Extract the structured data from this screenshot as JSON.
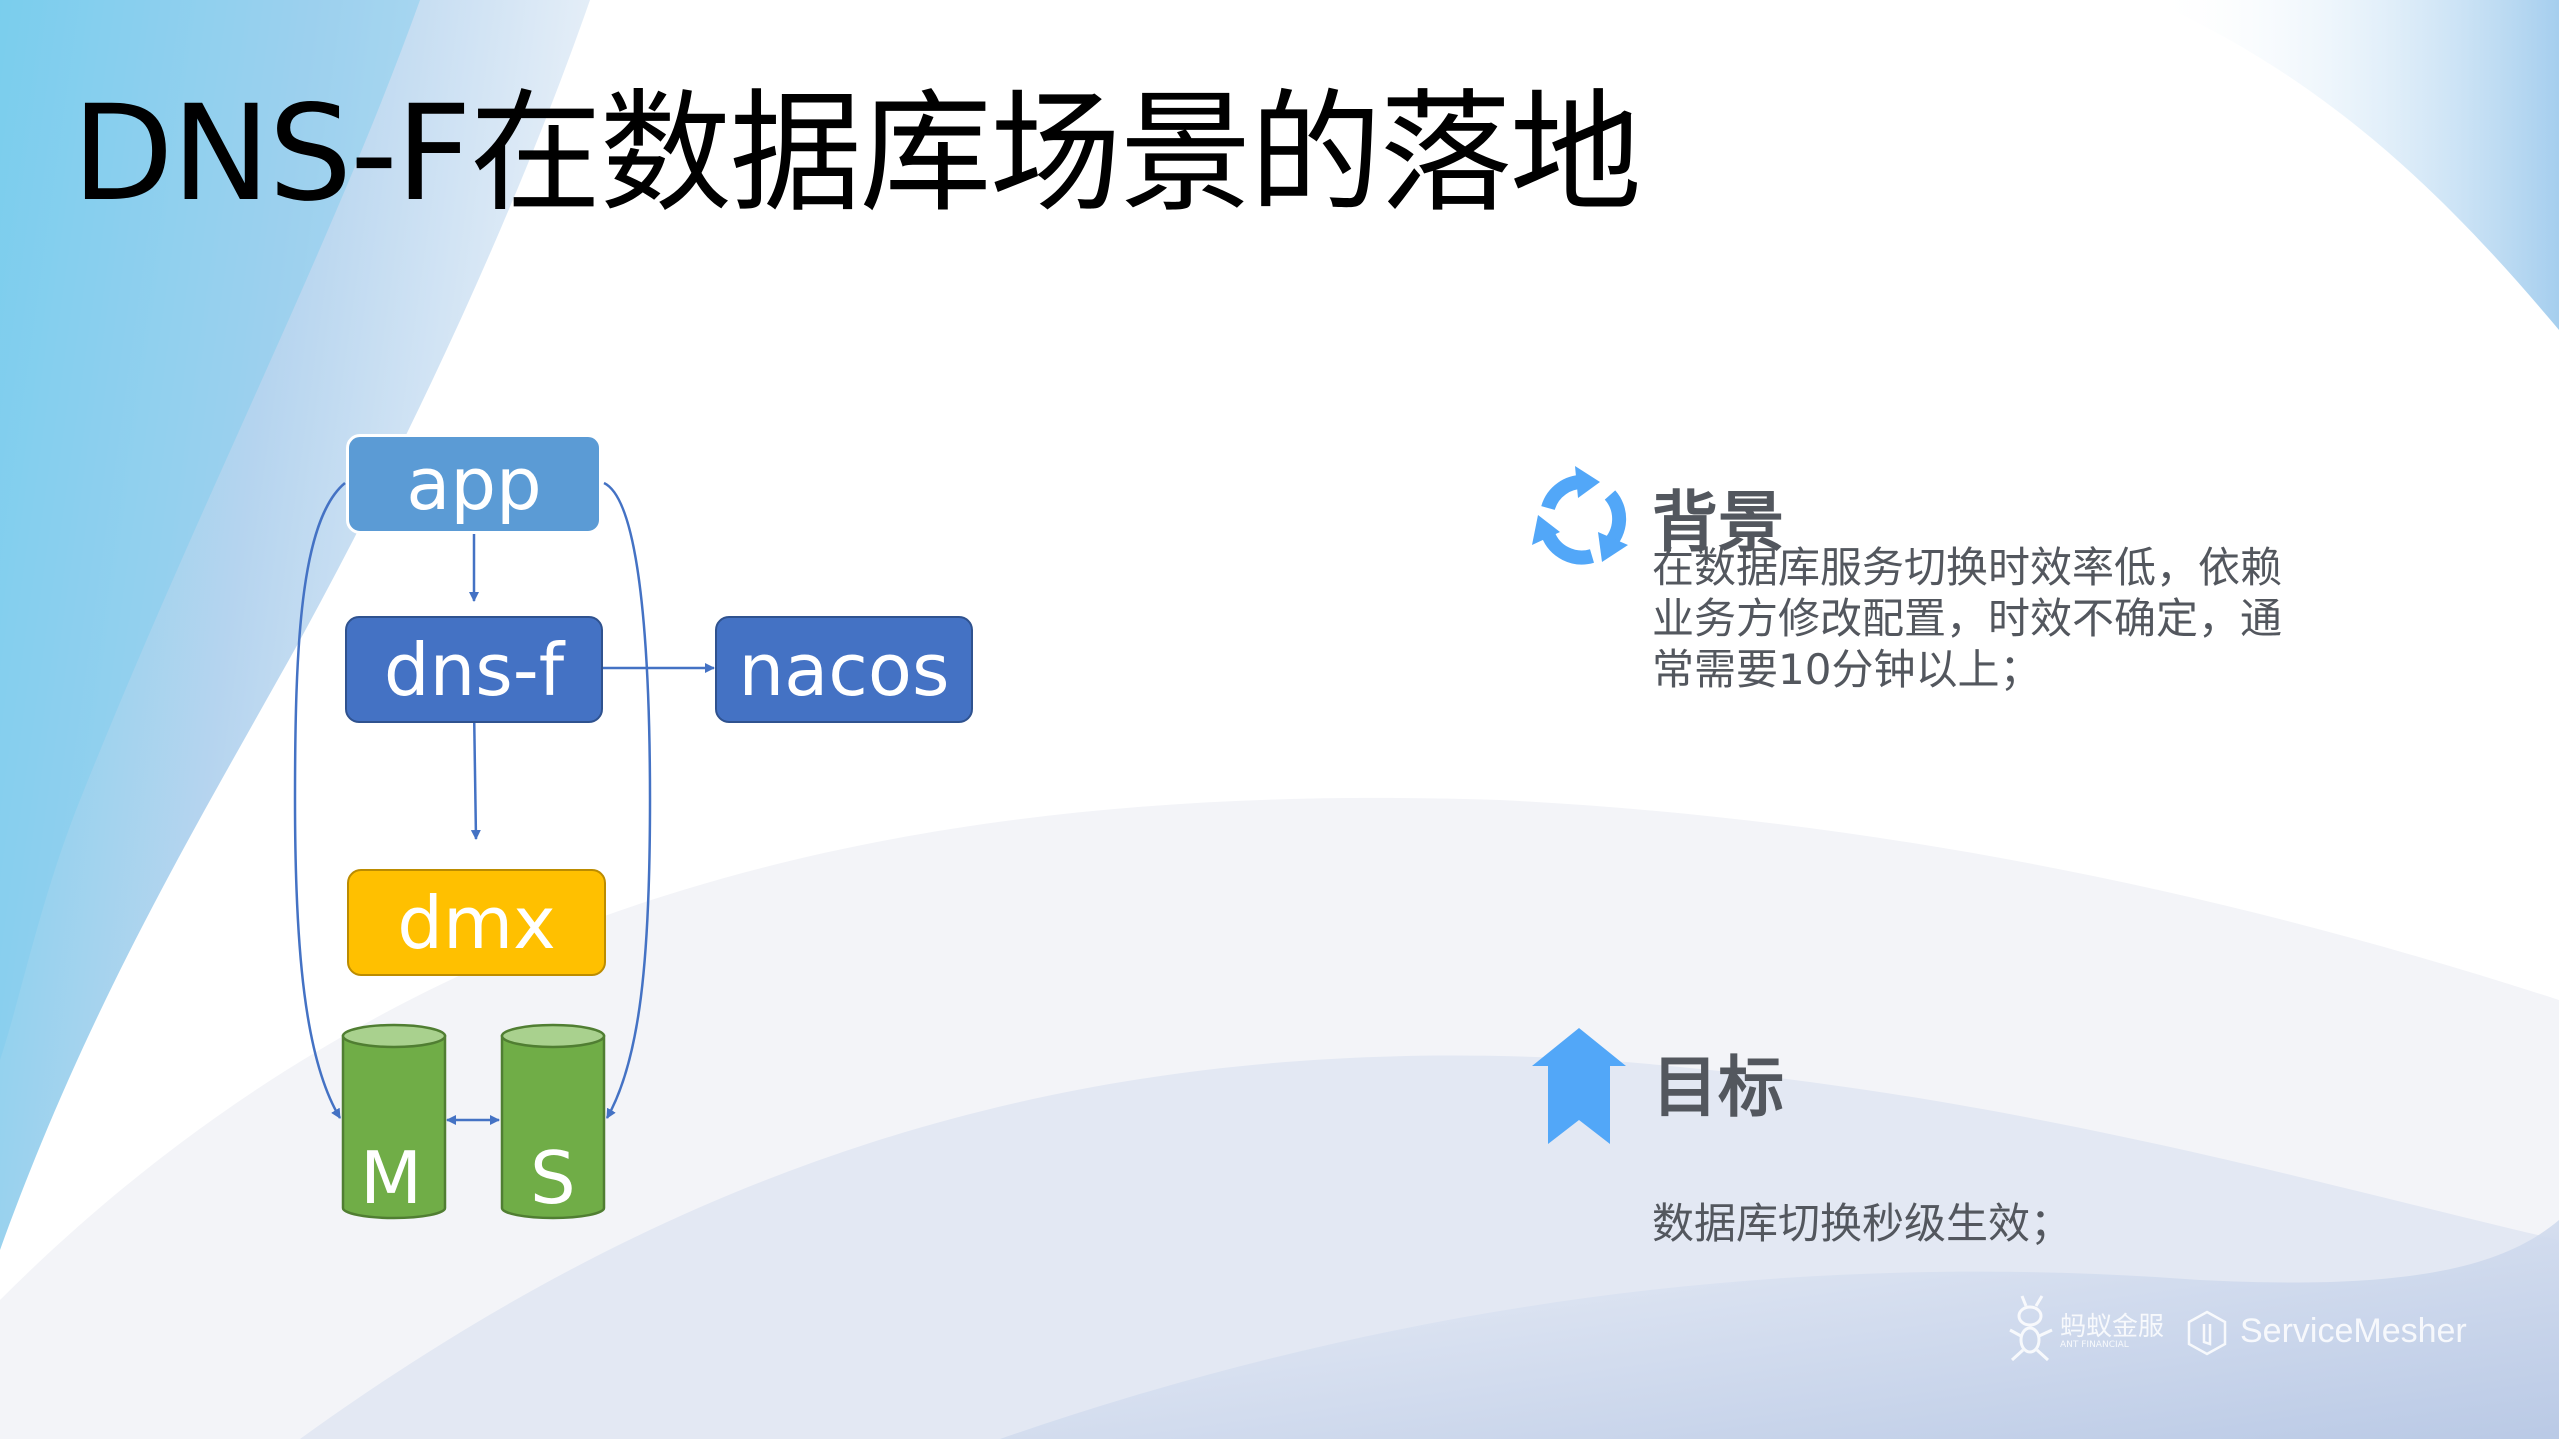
{
  "title": "DNS-F在数据库场景的落地",
  "diagram": {
    "nodes": {
      "app": "app",
      "dnsf": "dns-f",
      "nacos": "nacos",
      "dmx": "dmx",
      "master": "M",
      "slave": "S"
    },
    "colors": {
      "app": "#5b9bd5",
      "dnsf": "#4472c4",
      "nacos": "#4472c4",
      "dmx": "#ffc000",
      "db": "#70ad47",
      "db_top": "#a9d18e",
      "edge": "#4472c4"
    }
  },
  "background_section": {
    "icon": "refresh-icon",
    "heading": "背景",
    "text": "在数据库服务切换时效率低，依赖业务方修改配置，时效不确定，通常需要10分钟以上；"
  },
  "goal_section": {
    "icon": "arrow-up-icon",
    "heading": "目标",
    "text": "数据库切换秒级生效；"
  },
  "footer": {
    "ant_logo_cn": "蚂蚁金服",
    "ant_logo_en": "ANT FINANCIAL",
    "brand": "ServiceMesher"
  },
  "accent_color": "#52a7f8",
  "text_color": "#53575e"
}
